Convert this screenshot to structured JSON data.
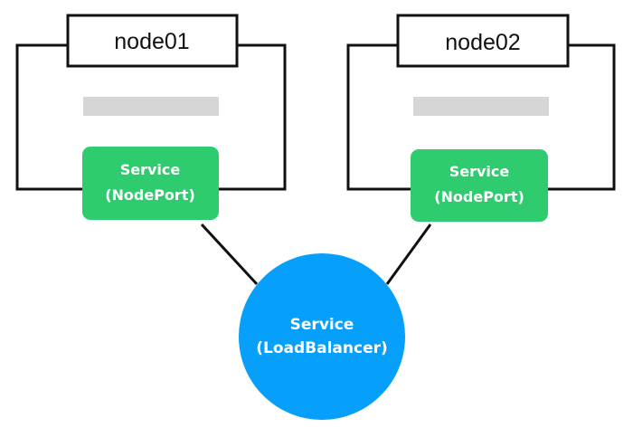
{
  "nodes": [
    {
      "label": "node01",
      "service": {
        "line1": "Service",
        "line2": "(NodePort)"
      }
    },
    {
      "label": "node02",
      "service": {
        "line1": "Service",
        "line2": "(NodePort)"
      }
    }
  ],
  "load_balancer": {
    "line1": "Service",
    "line2": "(LoadBalancer)"
  },
  "colors": {
    "nodeport_service": "#2ecc6e",
    "load_balancer": "#06a0fa",
    "placeholder_bar": "#d6d6d6",
    "outline": "#111111"
  }
}
